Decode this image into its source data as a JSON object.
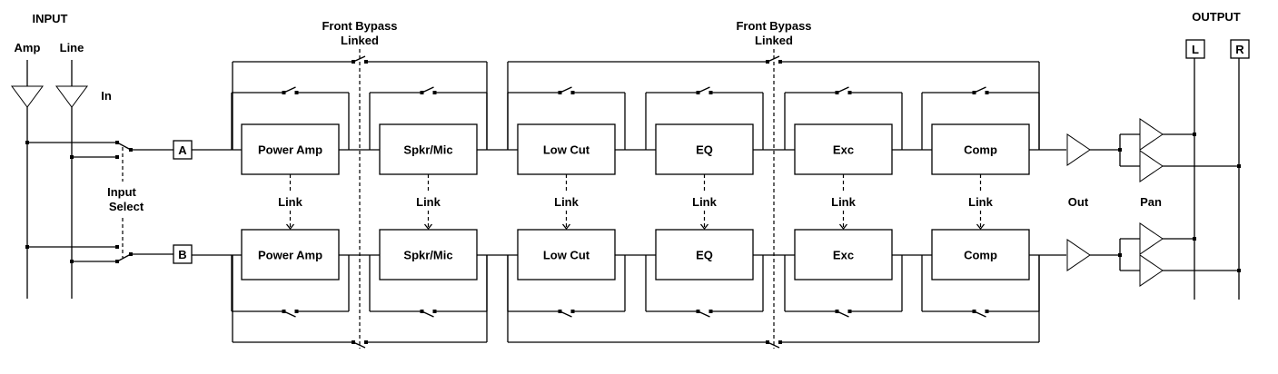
{
  "input": {
    "title": "INPUT",
    "sources": [
      {
        "label": "Amp"
      },
      {
        "label": "Line"
      }
    ],
    "in_label": "In",
    "select_label_line1": "Input",
    "select_label_line2": "Select"
  },
  "channels": [
    {
      "id": "A"
    },
    {
      "id": "B"
    }
  ],
  "bypass": {
    "line1": "Front Bypass",
    "line2": "Linked"
  },
  "blocks": [
    {
      "label": "Power Amp",
      "group": 0
    },
    {
      "label": "Spkr/Mic",
      "group": 0
    },
    {
      "label": "Low Cut",
      "group": 1
    },
    {
      "label": "EQ",
      "group": 1
    },
    {
      "label": "Exc",
      "group": 1
    },
    {
      "label": "Comp",
      "group": 1
    }
  ],
  "link_label": "Link",
  "out_label": "Out",
  "pan_label": "Pan",
  "output": {
    "title": "OUTPUT",
    "ports": [
      {
        "label": "L"
      },
      {
        "label": "R"
      }
    ]
  }
}
